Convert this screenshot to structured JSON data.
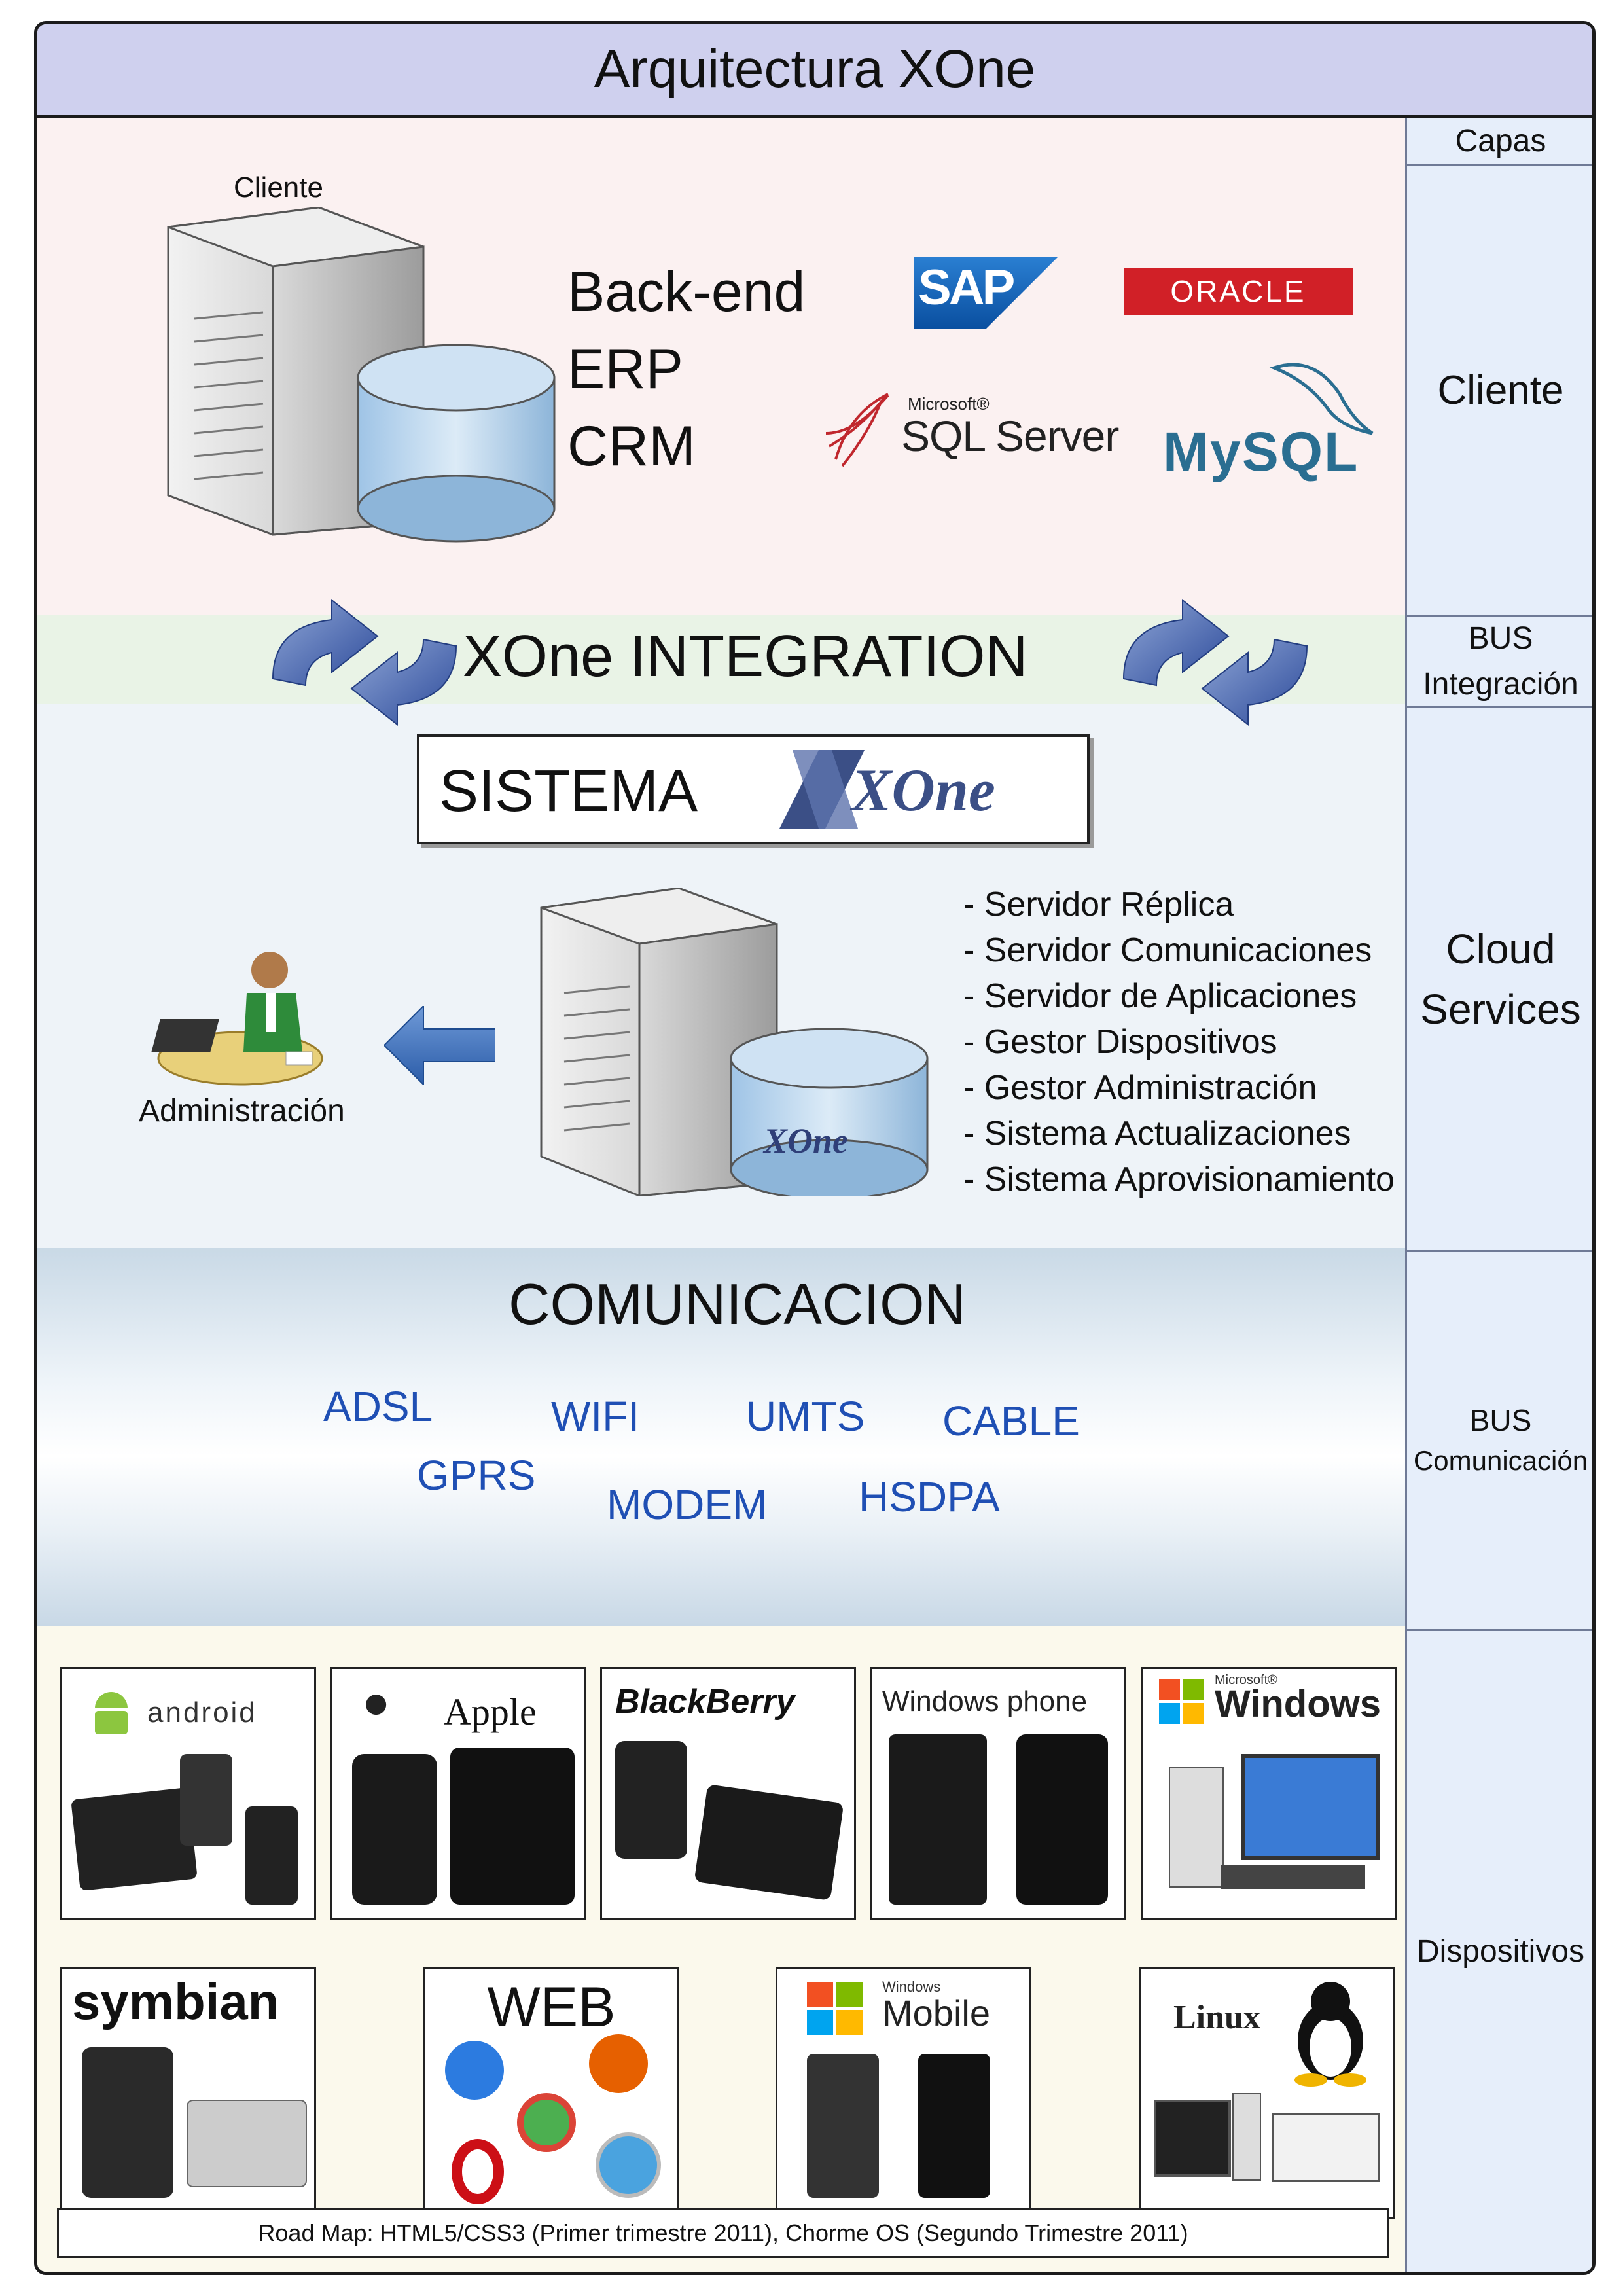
{
  "title": "Arquitectura XOne",
  "layers": {
    "header": "Capas",
    "cliente": "Cliente",
    "bus_integracion_1": "BUS",
    "bus_integracion_2": "Integración",
    "cloud_1": "Cloud",
    "cloud_2": "Services",
    "bus_com_1": "BUS",
    "bus_com_2": "Comunicación",
    "dispositivos": "Dispositivos"
  },
  "cliente_section": {
    "server_label": "Cliente",
    "backend": [
      "Back-end",
      "ERP",
      "CRM"
    ],
    "logos": {
      "sap": "SAP",
      "oracle": "ORACLE",
      "sqlserver_small": "Microsoft®",
      "sqlserver": "SQL Server",
      "mysql": "MySQL"
    }
  },
  "integration": {
    "label": "XOne INTEGRATION"
  },
  "sistema": {
    "label": "SISTEMA",
    "logo": "XOne",
    "db_logo": "XOne",
    "admin_label": "Administración",
    "services": [
      "- Servidor Réplica",
      "- Servidor Comunicaciones",
      "- Servidor de Aplicaciones",
      "- Gestor Dispositivos",
      "- Gestor Administración",
      "- Sistema Actualizaciones",
      "- Sistema Aprovisionamiento"
    ]
  },
  "comunicacion": {
    "title": "COMUNICACION",
    "protocols": [
      "ADSL",
      "WIFI",
      "UMTS",
      "CABLE",
      "GPRS",
      "MODEM",
      "HSDPA"
    ]
  },
  "dispositivos": {
    "platforms": [
      "android",
      "Apple",
      "BlackBerry",
      "Windows phone",
      "Windows",
      "symbian",
      "WEB",
      "Mobile",
      "Linux"
    ],
    "windows_small": "Microsoft®",
    "windows_mobile_small": "Windows",
    "roadmap": "Road Map: HTML5/CSS3 (Primer trimestre 2011), Chorme OS (Segundo Trimestre 2011)"
  },
  "colors": {
    "title_bar": "#cfd0ee",
    "cliente_band": "#fbf1f1",
    "bus_band": "#e9f3e6",
    "cloud_band": "#eef3f8",
    "dev_band": "#fbf9ec",
    "protocol_text": "#1f4fb4",
    "arrow_blue": "#3a5aa8"
  }
}
